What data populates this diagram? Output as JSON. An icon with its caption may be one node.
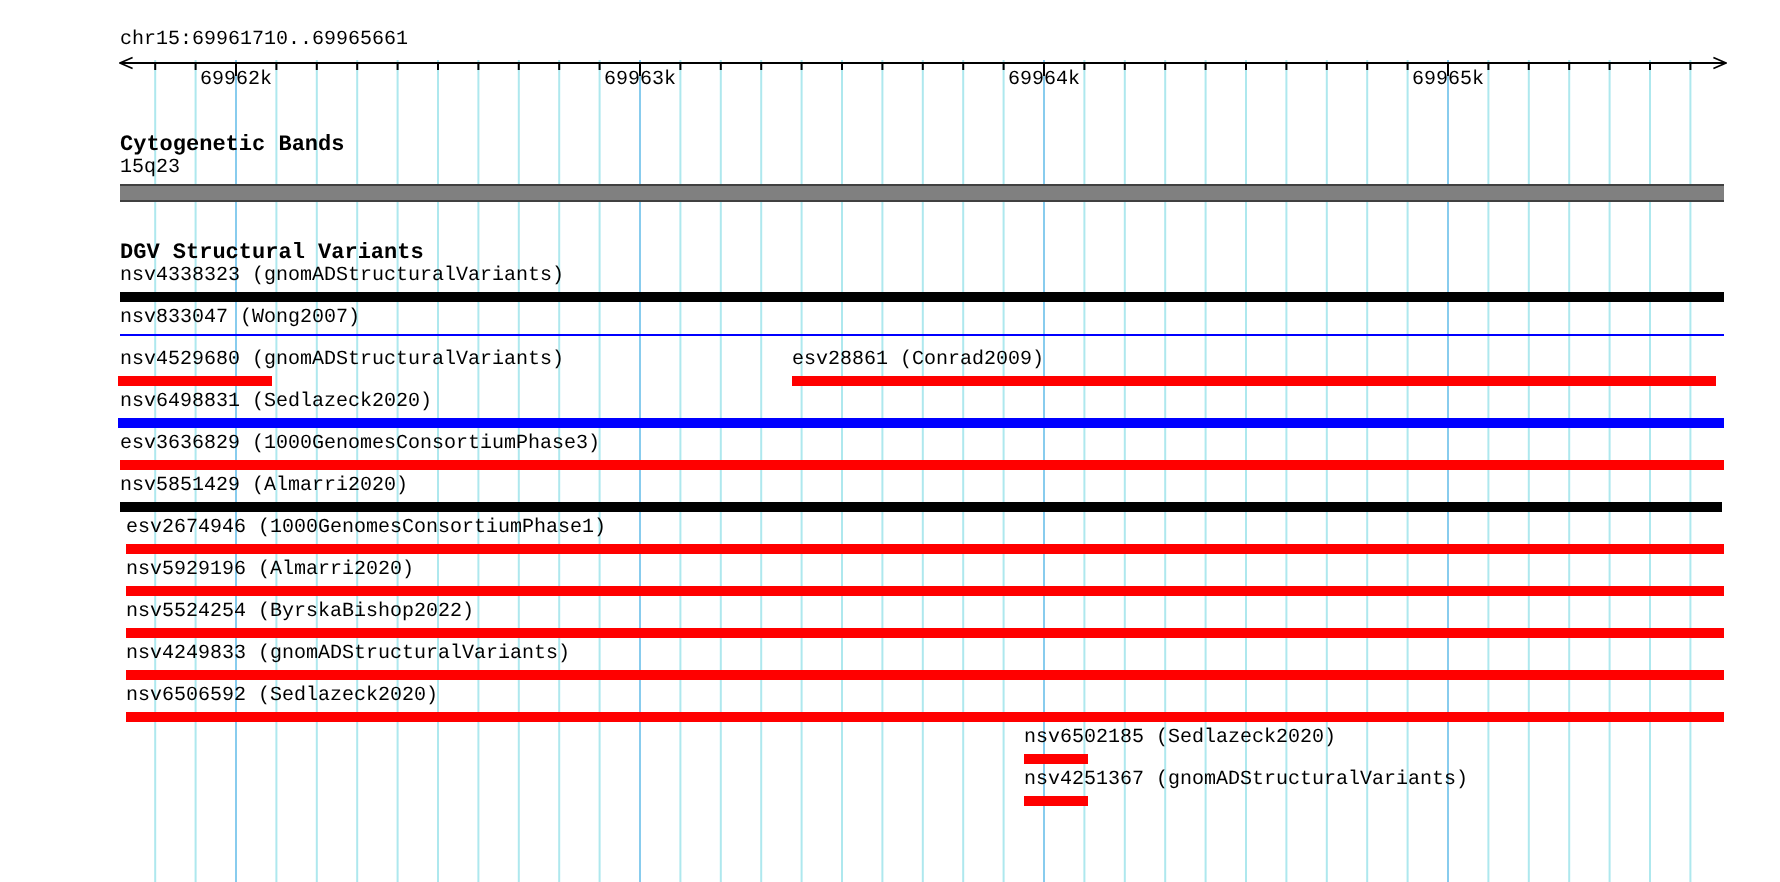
{
  "diagram": {
    "title": "chr15:69961710..69965661",
    "nodes": [
      {
        "text": [
          "15q23"
        ]
      },
      {
        "text": [
          "nsv4338323 (gnomADStructuralVariants)"
        ]
      },
      {
        "text": [
          "nsv833047 (Wong2007)"
        ]
      },
      {
        "text": [
          "nsv4529680 (gnomADStructuralVariants)"
        ]
      },
      {
        "text": [
          "esv28861 (Conrad2009)"
        ]
      },
      {
        "text": [
          "nsv6498831 (Sedlazeck2020)"
        ]
      },
      {
        "text": [
          "esv3636829 (1000GenomesConsortiumPhase3)"
        ]
      },
      {
        "text": [
          "nsv5851429 (Almarri2020)"
        ]
      },
      {
        "text": [
          "esv2674946 (1000GenomesConsortiumPhase1)"
        ]
      },
      {
        "text": [
          "nsv5929196 (Almarri2020)"
        ]
      },
      {
        "text": [
          "nsv5524254 (ByrskaBishop2022)"
        ]
      },
      {
        "text": [
          "nsv4249833 (gnomADStructuralVariants)"
        ]
      },
      {
        "text": [
          "nsv6506592 (Sedlazeck2020)"
        ]
      },
      {
        "text": [
          "nsv6502185 (Sedlazeck2020)"
        ]
      },
      {
        "text": [
          "nsv4251367 (gnomADStructuralVariants)"
        ]
      }
    ],
    "edges": [],
    "labels": [
      "69962k",
      "69963k",
      "69964k",
      "69965k",
      "Cytogenetic Bands",
      "DGV Structural Variants"
    ]
  }
}
